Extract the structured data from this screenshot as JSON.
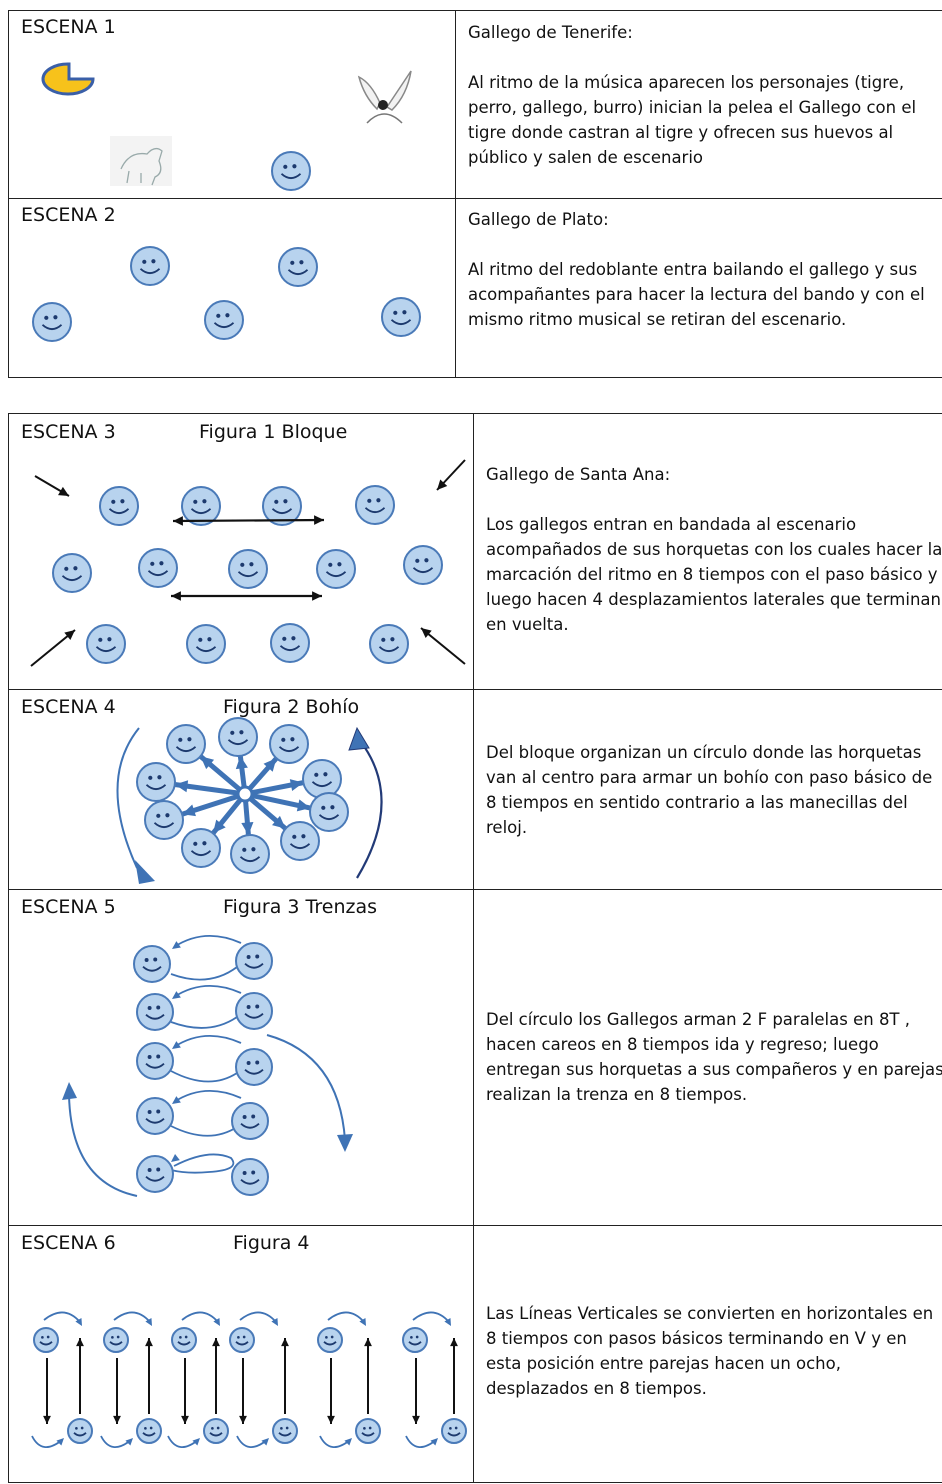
{
  "table1": {
    "scene1": {
      "label": "ESCENA 1",
      "heading": "Gallego de Tenerife:",
      "text": "Al ritmo de la música aparecen los personajes (tigre, perro, gallego, burro) inician la pelea el Gallego con el tigre donde castran al tigre y ofrecen sus huevos al público y salen de escenario",
      "icons": [
        "tiger-icon",
        "donkey-icon",
        "dog-icon",
        "smiley-face-icon"
      ]
    },
    "scene2": {
      "label": "ESCENA 2",
      "heading": "Gallego de Plato:",
      "text": "Al ritmo del redoblante entra bailando el gallego y sus acompañantes para hacer la lectura del bando y con el mismo ritmo musical se retiran del escenario."
    }
  },
  "table2": {
    "scene3": {
      "label": "ESCENA 3",
      "figure": "Figura 1 Bloque",
      "heading": "Gallego de Santa Ana:",
      "text": "Los gallegos entran en bandada al escenario acompañados de sus horquetas con los cuales hacer la marcación del ritmo en 8 tiempos con el paso básico y luego hacen 4 desplazamientos laterales que terminan en vuelta."
    },
    "scene4": {
      "label": "ESCENA 4",
      "figure": "Figura 2  Bohío",
      "text": "Del bloque organizan un círculo donde las horquetas van al centro para armar un bohío con paso básico de 8 tiempos en sentido contrario a las manecillas del reloj."
    },
    "scene5": {
      "label": "ESCENA 5",
      "figure": "Figura 3 Trenzas",
      "text": "Del círculo los Gallegos arman 2 F paralelas en 8T , hacen careos en 8 tiempos ida y regreso; luego entregan sus horquetas a sus compañeros y en parejas realizan la trenza en 8 tiempos."
    },
    "scene6": {
      "label": "ESCENA 6",
      "figure": "Figura 4",
      "text": "Las Líneas Verticales se convierten en horizontales en 8 tiempos con pasos básicos terminando  en V y en esta posición entre parejas hacen un ocho, desplazados en 8 tiempos."
    }
  },
  "colors": {
    "face_fill": "#b8d3ee",
    "face_stroke": "#4a7ab8",
    "arrow_blue": "#3f73b5",
    "tiger_yellow": "#f7c21b"
  }
}
